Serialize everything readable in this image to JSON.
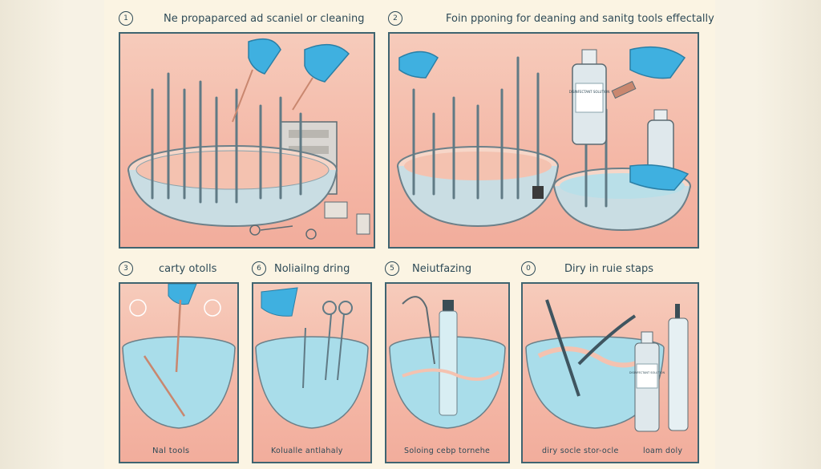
{
  "panels": {
    "p1": {
      "number": "1",
      "title": "Ne propaparced ad scaniel or cleaning"
    },
    "p2": {
      "number": "2",
      "title": "Foin pponing for deaning and sanitg tools effectally"
    },
    "p3": {
      "number": "3",
      "title": "carty otolls",
      "caption": "Nal tools"
    },
    "p4": {
      "number": "6",
      "title": "Noliailng dring",
      "caption": "Kolualle antlahaly"
    },
    "p5": {
      "number": "5",
      "title": "Neiutfazing",
      "caption": "Soloing cebp tornehe"
    },
    "p6": {
      "number": "0",
      "title": "Diry in ruie staps",
      "caption_left": "diry socle stor-ocle",
      "caption_right": "loam doly"
    }
  },
  "bottle_labels": {
    "large": "DISINFECTANT SOLUTION",
    "small": "DISINFECTANT SOLUTION"
  },
  "colors": {
    "frame": "#3f6470",
    "glove": "#3fb0e0",
    "water": "#a9ddea",
    "bowl": "#c9dde3",
    "background_pink": "#f4b7a6"
  },
  "icons": [
    "glove-hand-icon",
    "tweezer-icon",
    "scissors-icon",
    "brush-icon",
    "bottle-icon",
    "bowl-icon"
  ]
}
